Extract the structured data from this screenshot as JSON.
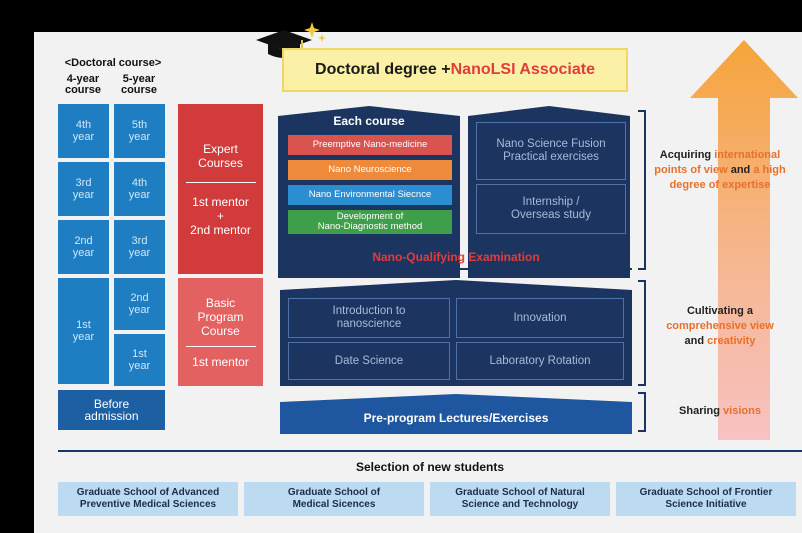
{
  "left_columns": {
    "title": "<Doctoral course>",
    "col4_header": "4-year\ncourse",
    "col5_header": "5-year\ncourse",
    "col4_years": [
      "4th\nyear",
      "3rd\nyear",
      "2nd\nyear",
      "1st\nyear"
    ],
    "col5_years": [
      "5th\nyear",
      "4th\nyear",
      "3rd\nyear",
      "2nd\nyear",
      "1st\nyear"
    ],
    "before_admission": "Before\nadmission"
  },
  "expert": {
    "title": "Expert\nCourses",
    "mentor": "1st mentor\n+\n2nd mentor"
  },
  "basic": {
    "title": "Basic\nProgram\nCourse",
    "mentor": "1st mentor"
  },
  "degree": {
    "prefix": "Doctoral degree + ",
    "highlight": "NanoLSI Associate"
  },
  "each_course": {
    "title": "Each course",
    "items": [
      {
        "label": "Preemptive Nano-medicine",
        "color": "#d9534f"
      },
      {
        "label": "Nano Neuroscience",
        "color": "#ef8a3a"
      },
      {
        "label": "Nano Environmental Siecnce",
        "color": "#2b8ed0"
      },
      {
        "label": "Development of\nNano-Diagnostic method",
        "color": "#3f9e4a"
      }
    ]
  },
  "right_house": {
    "top": "Nano Science Fusion\nPractical exercises",
    "bottom": "Internship /\nOverseas study"
  },
  "exam_label": "Nano-Qualifying Examination",
  "basic_grid": [
    "Introduction to\nnanoscience",
    "Innovation",
    "Date Science",
    "Laboratory Rotation"
  ],
  "pre_program": "Pre-program Lectures/Exercises",
  "arrow_labels": {
    "top": [
      {
        "t": "Acquiring ",
        "h": false
      },
      {
        "t": "international",
        "h": true
      },
      {
        "t": "\n",
        "h": false
      },
      {
        "t": "points of view",
        "h": true
      },
      {
        "t": " and ",
        "h": false
      },
      {
        "t": "a high",
        "h": true
      },
      {
        "t": "\n",
        "h": false
      },
      {
        "t": "degree of expertise",
        "h": true
      }
    ],
    "middle": [
      {
        "t": "Cultivating a",
        "h": false
      },
      {
        "t": "\n",
        "h": false
      },
      {
        "t": "comprehensive view",
        "h": true
      },
      {
        "t": "\n",
        "h": false
      },
      {
        "t": "and ",
        "h": false
      },
      {
        "t": "creativity",
        "h": true
      }
    ],
    "bottom": [
      {
        "t": "Sharing ",
        "h": false
      },
      {
        "t": "visions",
        "h": true
      }
    ]
  },
  "selection_title": "Selection of new students",
  "schools": [
    "Graduate School of Advanced\nPreventive Medical Sciences",
    "Graduate School of\nMedical Sicences",
    "Graduate School of Natural\nScience and Technology",
    "Graduate School of Frontier\nScience Initiative"
  ],
  "colors": {
    "navy": "#1c3460",
    "blue": "#1f7ec2",
    "red": "#d13b3b",
    "orange_text": "#e8702a",
    "school_bg": "#bcdaf0"
  }
}
